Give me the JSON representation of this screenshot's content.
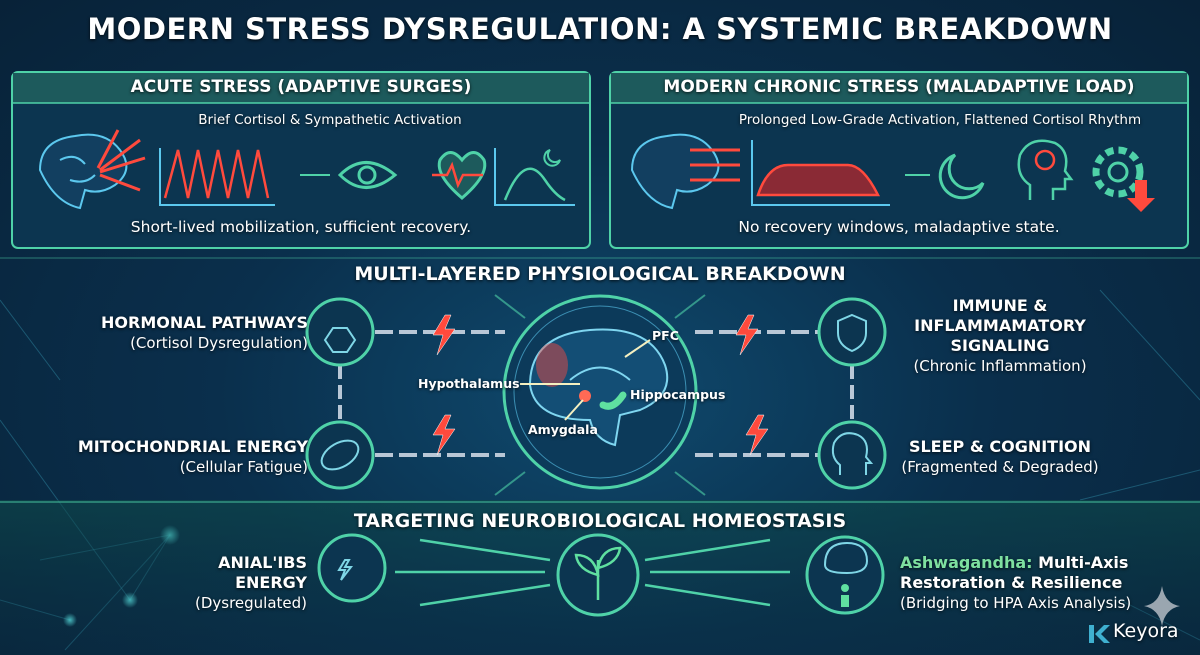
{
  "title": "MODERN STRESS DYSREGULATION: A SYSTEMIC BREAKDOWN",
  "acute_panel": {
    "heading": "ACUTE STRESS (ADAPTIVE SURGES)",
    "subtitle": "Brief Cortisol & Sympathetic Activation",
    "footer": "Short-lived mobilization, sufficient recovery.",
    "icons": [
      "brain-icon",
      "spike-chart-icon",
      "eye-icon",
      "heart-pulse-icon",
      "recovery-curve-icon"
    ]
  },
  "chronic_panel": {
    "heading": "MODERN CHRONIC STRESS (MALADAPTIVE LOAD)",
    "subtitle": "Prolonged Low-Grade Activation, Flattened Cortisol Rhythm",
    "footer": "No recovery windows, maladaptive state.",
    "icons": [
      "brain-icon",
      "plateau-chart-icon",
      "sleep-moon-icon",
      "head-brain-icon",
      "gear-down-icon"
    ]
  },
  "breakdown": {
    "heading": "MULTI-LAYERED PHYSIOLOGICAL BREAKDOWN",
    "hormonal": {
      "title": "HORMONAL PATHWAYS",
      "sub": "(Cortisol Dysregulation)"
    },
    "mito": {
      "title": "MITOCHONDRIAL ENERGY",
      "sub": "(Cellular Fatigue)"
    },
    "immune": {
      "title_lines": [
        "IMMUNE &",
        "INFLAMMAMATORY",
        "SIGNALING"
      ],
      "sub": "(Chronic Inflammation)"
    },
    "sleep": {
      "title": "SLEEP & COGNITION",
      "sub": "(Fragmented & Degraded)"
    },
    "brain_labels": {
      "pfc": "PFC",
      "hypothalamus": "Hypothalamus",
      "hippocampus": "Hippocampus",
      "amygdala": "Amygdala"
    }
  },
  "homeostasis": {
    "heading": "TARGETING NEUROBIOLOGICAL HOMEOSTASIS",
    "left": {
      "lines": [
        "ANIAL'IBS",
        "ENERGY"
      ],
      "sub": "(Dysregulated)"
    },
    "right": {
      "highlight": "Ashwagandha:",
      "line1_rest": " Multi-Axis",
      "line2": "Restoration & Resilience",
      "sub": "(Bridging to HPA Axis Analysis)"
    }
  },
  "brand": "Keyora",
  "colors": {
    "accent_green": "#5fe0a0",
    "alert_red": "#ff4a3d",
    "panel_bg": "#0c3550"
  }
}
